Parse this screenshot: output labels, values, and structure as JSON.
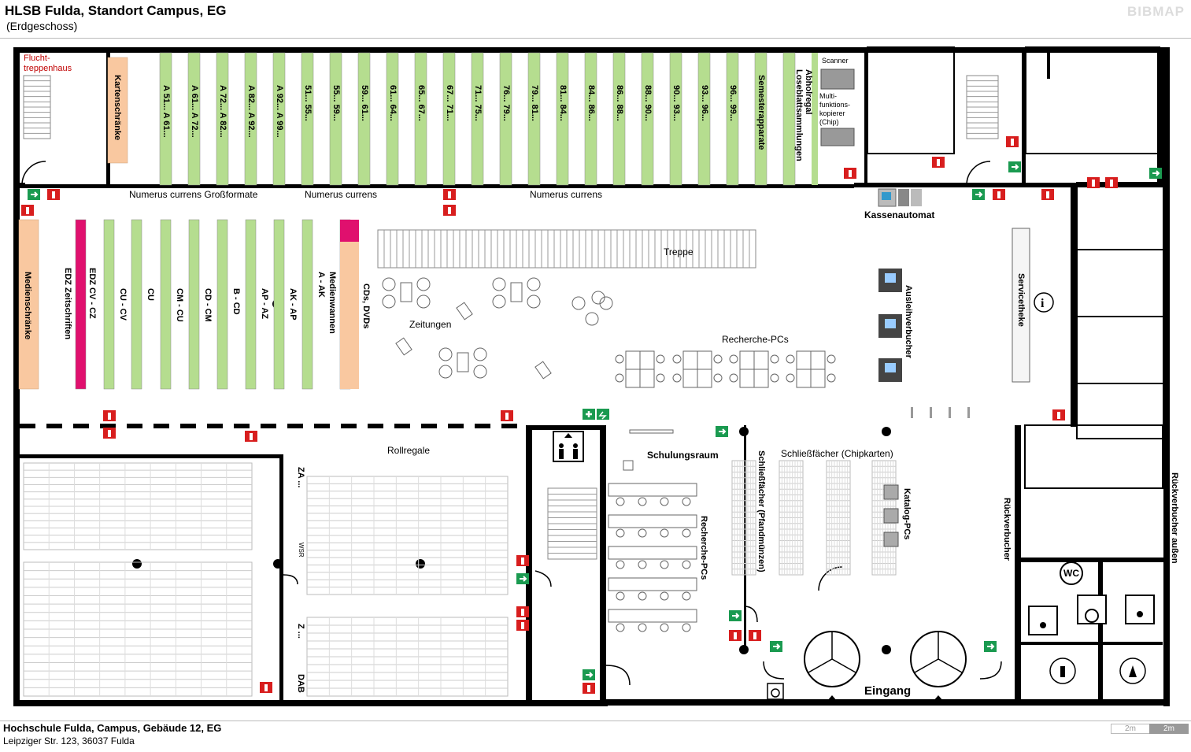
{
  "header": {
    "title": "HLSB Fulda, Standort Campus, EG",
    "subtitle": "(Erdgeschoss)",
    "brand": "BIBMAP"
  },
  "footer": {
    "line1": "Hochschule Fulda, Campus, Gebäude 12, EG",
    "line2": "Leipziger Str. 123, 36037 Fulda",
    "scale_left": "2m",
    "scale_right": "2m"
  },
  "colors": {
    "shelf_green": "#b5dd8f",
    "cabinet_orange": "#f9c8a0",
    "magenta": "#e0106e",
    "exit_green": "#1a9a50",
    "fire_red": "#d81e1e",
    "wall": "#000000"
  },
  "top_shelves": [
    "A 51... A 61...",
    "A 61... A 72...",
    "A 72... A 82...",
    "A 82... A 92...",
    "A 92... A 99...",
    "51... 55...",
    "55... 59...",
    "59... 61...",
    "61... 64...",
    "65... 67...",
    "67... 71...",
    "71... 75...",
    "76... 79...",
    "79... 81...",
    "81... 84...",
    "84... 86...",
    "86... 88...",
    "88... 90...",
    "90... 93...",
    "93... 96...",
    "96... 99...",
    "Semesterapparate",
    "Abholregal Loseblattsammlungen"
  ],
  "middle_shelves": [
    "EDZ Zeitschriften",
    "EDZ CV - CZ",
    "CU - CV",
    "CU",
    "CM - CU",
    "CD - CM",
    "B - CD",
    "AP - AZ",
    "AK - AP",
    "A - AK",
    "Medienwannen",
    "CDs, DVDs"
  ],
  "labels": {
    "fluchttreppenhaus": "Flucht-treppenhaus",
    "kartenschraenke": "Kartenschränke",
    "medienschraenke": "Medienschränke",
    "numerus_currens_gross": "Numerus currens Großformate",
    "numerus_currens_1": "Numerus currens",
    "numerus_currens_2": "Numerus currens",
    "scanner": "Scanner",
    "multifunktionskopierer": "Multi-funktions-kopierer (Chip)",
    "kassenautomat": "Kassenautomat",
    "treppe": "Treppe",
    "zeitungen": "Zeitungen",
    "recherche_pcs_top": "Recherche-PCs",
    "ausleihverbucher": "Ausleihverbucher",
    "servicetheke": "Servicetheke",
    "rollregale": "Rollregale",
    "za": "ZA ...",
    "wsr": "WSR",
    "z": "Z ...",
    "dab": "DAB",
    "schulungsraum": "Schulungsraum",
    "recherche_pcs_room": "Recherche-PCs",
    "schliessfaecher_pfand": "Schließfächer (Pfandmünzen)",
    "schliessfaecher_chip": "Schließfächer (Chipkarten)",
    "katalog_pcs": "Katalog-PCs",
    "eingang": "Eingang",
    "rueckverbucher": "Rückverbucher",
    "rueckverbucher_aussen": "Rückverbucher außen",
    "wc": "WC"
  }
}
